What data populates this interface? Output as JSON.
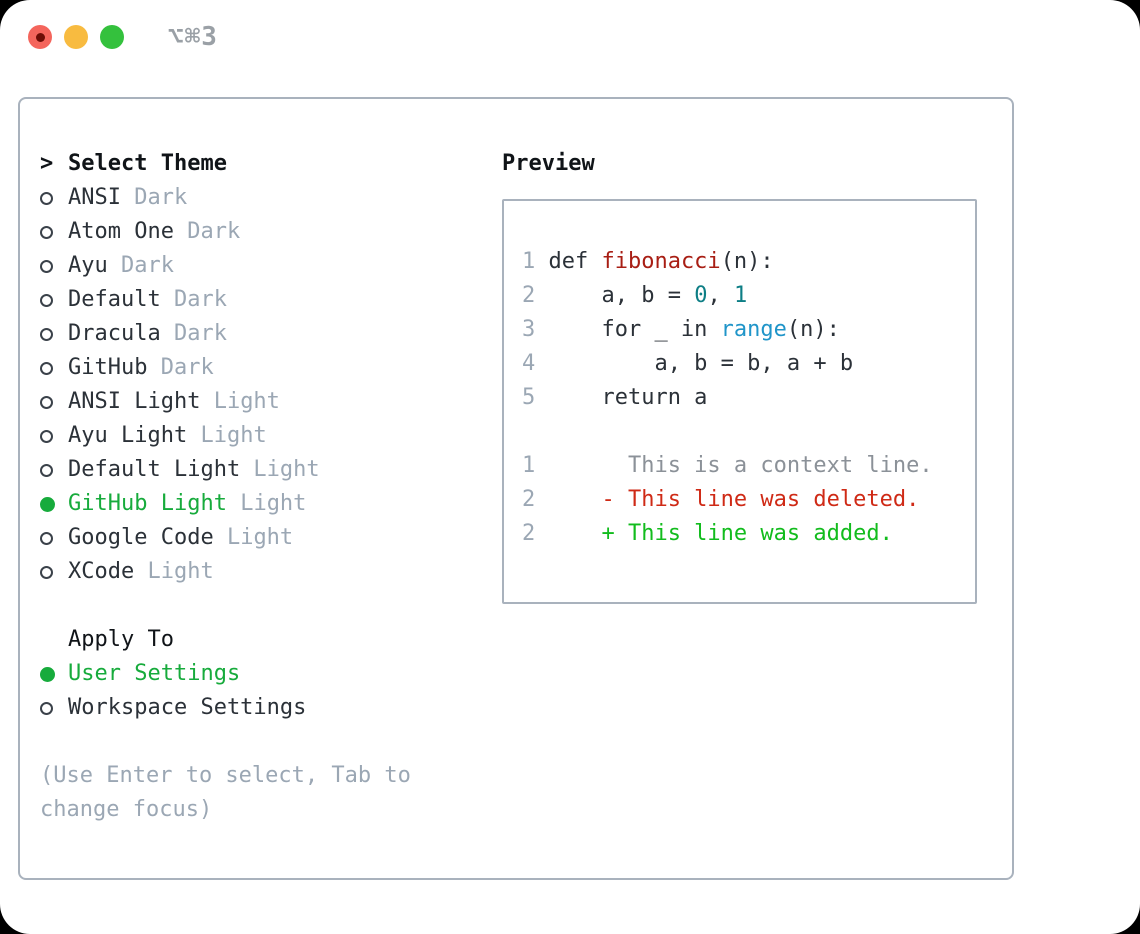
{
  "window": {
    "title": "⌥⌘3"
  },
  "colors": {
    "selected_green": "#17ab3c",
    "added_green": "#12bc1d",
    "deleted_red": "#cf2a16",
    "function_red": "#a81e14",
    "number_teal": "#0d7e85",
    "builtin_blue": "#2095c9",
    "text_ink": "#2b3138",
    "muted_gray": "#9ba7b4",
    "context_gray": "#8b9198",
    "panel_border": "#a9b2bd",
    "traffic_red": "#f4655c",
    "traffic_yellow": "#f8bb40",
    "traffic_green": "#34c13d"
  },
  "theme_picker": {
    "prompt": ">",
    "title": "Select Theme",
    "themes": [
      {
        "name": "ANSI",
        "variant": "Dark",
        "selected": false
      },
      {
        "name": "Atom One",
        "variant": "Dark",
        "selected": false
      },
      {
        "name": "Ayu",
        "variant": "Dark",
        "selected": false
      },
      {
        "name": "Default",
        "variant": "Dark",
        "selected": false
      },
      {
        "name": "Dracula",
        "variant": "Dark",
        "selected": false
      },
      {
        "name": "GitHub",
        "variant": "Dark",
        "selected": false
      },
      {
        "name": "ANSI Light",
        "variant": "Light",
        "selected": false
      },
      {
        "name": "Ayu Light",
        "variant": "Light",
        "selected": false
      },
      {
        "name": "Default Light",
        "variant": "Light",
        "selected": false
      },
      {
        "name": "GitHub Light",
        "variant": "Light",
        "selected": true
      },
      {
        "name": "Google Code",
        "variant": "Light",
        "selected": false
      },
      {
        "name": "XCode",
        "variant": "Light",
        "selected": false
      }
    ],
    "apply_to": {
      "title": "Apply To",
      "options": [
        {
          "label": "User Settings",
          "selected": true
        },
        {
          "label": "Workspace Settings",
          "selected": false
        }
      ]
    },
    "hint": "(Use Enter to select, Tab to\nchange focus)"
  },
  "preview": {
    "title": "Preview",
    "lines": [
      {
        "num": "1",
        "segments": [
          {
            "text": "def ",
            "style": "code"
          },
          {
            "text": "fibonacci",
            "style": "function"
          },
          {
            "text": "(n):",
            "style": "code"
          }
        ]
      },
      {
        "num": "2",
        "segments": [
          {
            "text": "    a, b = ",
            "style": "code"
          },
          {
            "text": "0",
            "style": "number"
          },
          {
            "text": ", ",
            "style": "code"
          },
          {
            "text": "1",
            "style": "number"
          }
        ]
      },
      {
        "num": "3",
        "segments": [
          {
            "text": "    for _ in ",
            "style": "code"
          },
          {
            "text": "range",
            "style": "builtin"
          },
          {
            "text": "(n):",
            "style": "code"
          }
        ]
      },
      {
        "num": "4",
        "segments": [
          {
            "text": "        a, b = b, a + b",
            "style": "code"
          }
        ]
      },
      {
        "num": "5",
        "segments": [
          {
            "text": "    return a",
            "style": "code"
          }
        ]
      },
      {
        "num": "",
        "segments": []
      },
      {
        "num": "1",
        "segments": [
          {
            "text": "      This is a context line.",
            "style": "context"
          }
        ]
      },
      {
        "num": "2",
        "segments": [
          {
            "text": "    - This line was deleted.",
            "style": "deleted"
          }
        ]
      },
      {
        "num": "2",
        "segments": [
          {
            "text": "    + This line was added.",
            "style": "added"
          }
        ]
      }
    ]
  }
}
